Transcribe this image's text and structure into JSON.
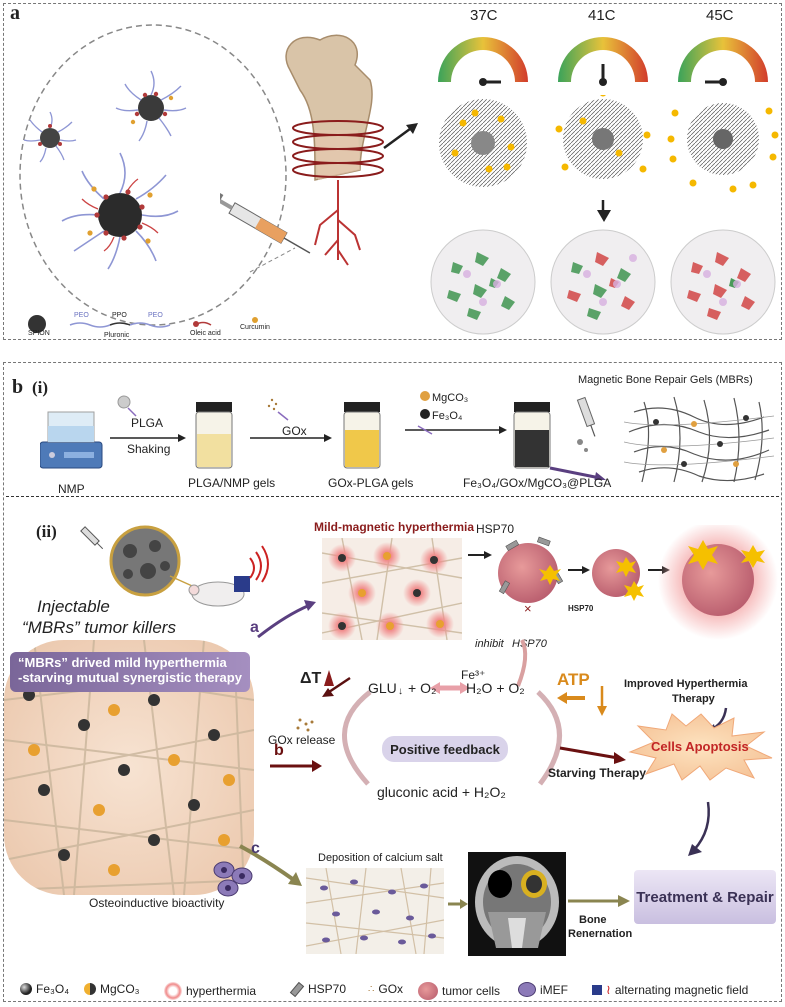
{
  "panel_a": {
    "label": "a",
    "temps": [
      "37C",
      "41C",
      "45C"
    ],
    "legend": {
      "spion": "SPION",
      "peo1": "PEO",
      "ppo": "PPO",
      "peo2": "PEO",
      "pluronic": "Pluronic",
      "oleic": "Oleic acid",
      "curcumin": "Curcumin"
    }
  },
  "panel_b": {
    "label": "b",
    "sub_i": "(i)",
    "sub_ii": "(ii)",
    "step_plga": "PLGA",
    "step_shaking": "Shaking",
    "step_gox": "GOx",
    "step_mgco3": "MgCO₃",
    "step_fe3o4": "Fe₃O₄",
    "nmp": "NMP",
    "plga_nmp": "PLGA/NMP gels",
    "gox_plga": "GOx-PLGA gels",
    "final_gel": "Fe₃O₄/GOx/MgCO₃@PLGA",
    "mbr_title": "Magnetic Bone Repair Gels (MBRs)"
  },
  "panel_ii": {
    "injectable": "Injectable",
    "mbrs_killers": "“MBRs” tumor killers",
    "banner_line1": "“MBRs” drived mild hyperthermia",
    "banner_line2": "-starving mutual synergistic therapy",
    "mild_title": "Mild-magnetic hyperthermia",
    "hsp70_top": "HSP70",
    "hsp70_small": "HSP70",
    "inhibit": "inhibit",
    "hsp70_x": "HSP70",
    "delta_t": "ΔT",
    "fe3": "Fe³⁺",
    "glu": "GLU",
    "o2_a": "+ O₂",
    "h2o": "H₂O + O₂",
    "atp": "ATP",
    "gox_release": "GOx release",
    "positive_feedback": "Positive feedback",
    "gluconic": "gluconic acid + H₂O₂",
    "starving": "Starving Therapy",
    "improved_line1": "Improved Hyperthermia",
    "improved_line2": "Therapy",
    "apoptosis": "Cells Apoptosis",
    "path_a": "a",
    "path_b": "b",
    "path_c": "c",
    "deposition": "Deposition of calcium salt",
    "osteo": "Osteoinductive bioactivity",
    "bone_line1": "Bone",
    "bone_line2": "Renernation",
    "treatment": "Treatment & Repair"
  },
  "legend": {
    "fe3o4": "Fe₃O₄",
    "mgco3": "MgCO₃",
    "hyperthermia": "hyperthermia",
    "hsp70": "HSP70",
    "gox": "GOx",
    "tumor": "tumor cells",
    "imef": "iMEF",
    "amf": "alternating magnetic field"
  },
  "colors": {
    "red_text": "#8a1c1c",
    "orange": "#d98a1c",
    "purple": "#7a6699",
    "apoptosis": "#c22626"
  }
}
